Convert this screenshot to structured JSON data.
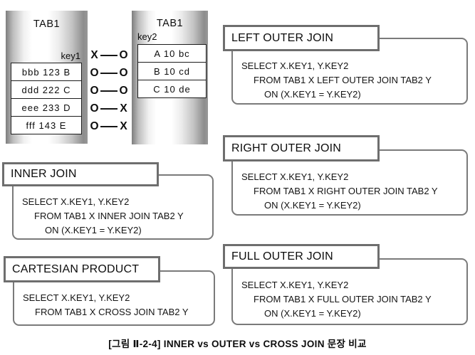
{
  "figure": {
    "caption": "[그림 Ⅱ-2-4] INNER vs OUTER vs CROSS JOIN 문장 비교"
  },
  "tables": {
    "left": {
      "title": "TAB1",
      "key_label": "key1",
      "rows": [
        "bbb 123 B",
        "ddd 222 C",
        "eee 233 D",
        "fff 143 E"
      ]
    },
    "right": {
      "title": "TAB1",
      "key_label": "key2",
      "rows": [
        "A 10 bc",
        "B 10 cd",
        "C 10 de"
      ]
    }
  },
  "connectors": [
    {
      "left": "X",
      "right": "O"
    },
    {
      "left": "O",
      "right": "O"
    },
    {
      "left": "O",
      "right": "O"
    },
    {
      "left": "O",
      "right": "X"
    },
    {
      "left": "O",
      "right": "X"
    }
  ],
  "joins": [
    {
      "title": "LEFT OUTER JOIN",
      "sql": [
        "SELECT X.KEY1, Y.KEY2",
        "FROM TAB1 X LEFT OUTER JOIN TAB2 Y",
        "ON (X.KEY1 = Y.KEY2)"
      ]
    },
    {
      "title": "RIGHT OUTER JOIN",
      "sql": [
        "SELECT X.KEY1, Y.KEY2",
        "FROM TAB1 X RIGHT OUTER JOIN TAB2 Y",
        "ON (X.KEY1 = Y.KEY2)"
      ]
    },
    {
      "title": "FULL OUTER JOIN",
      "sql": [
        "SELECT X.KEY1, Y.KEY2",
        "FROM TAB1 X FULL OUTER JOIN TAB2 Y",
        "ON (X.KEY1 = Y.KEY2)"
      ]
    },
    {
      "title": "INNER JOIN",
      "sql": [
        "SELECT X.KEY1, Y.KEY2",
        "FROM TAB1 X INNER JOIN TAB2 Y",
        "ON (X.KEY1 = Y.KEY2)"
      ]
    },
    {
      "title": "CARTESIAN PRODUCT",
      "sql": [
        "SELECT X.KEY1, Y.KEY2",
        "FROM TAB1 X CROSS JOIN TAB2 Y"
      ]
    }
  ],
  "colors": {
    "background": "#ffffff",
    "title_box_border": "#6e6e6e",
    "panel_border": "#7a7a7a",
    "row_border": "#1c1c1c",
    "column_edge_gray": "#7e7e7e",
    "text": "#111111"
  }
}
